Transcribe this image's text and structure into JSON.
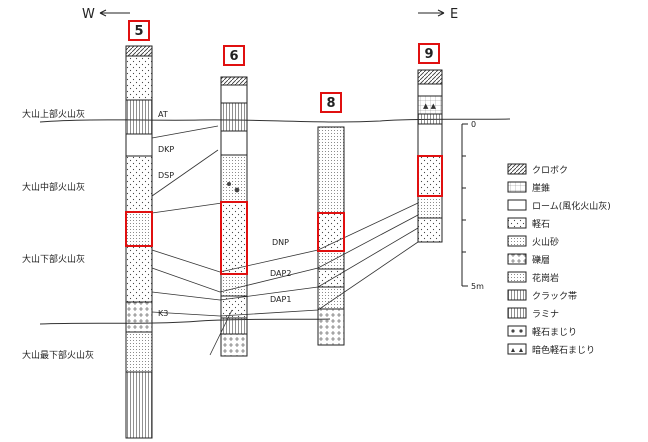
{
  "direction": {
    "west": "W",
    "east": "E"
  },
  "columns": [
    {
      "id": "5"
    },
    {
      "id": "6"
    },
    {
      "id": "8"
    },
    {
      "id": "9"
    }
  ],
  "layers": {
    "upper": "大山上部火山灰",
    "middle": "大山中部火山灰",
    "lower": "大山下部火山灰",
    "lowest": "大山最下部火山灰"
  },
  "markers": {
    "at": "AT",
    "dkp": "DKP",
    "dsp": "DSP",
    "dnp": "DNP",
    "dap2": "DAP2",
    "dap1": "DAP1",
    "k3": "K3"
  },
  "scale": {
    "top": "0",
    "bottom": "5m"
  },
  "legend": [
    {
      "key": "kuroboku",
      "label": "クロボク"
    },
    {
      "key": "gravel-cone",
      "label": "崖錐"
    },
    {
      "key": "loam",
      "label": "ローム(風化火山灰)"
    },
    {
      "key": "pumice",
      "label": "軽石"
    },
    {
      "key": "volcanic-sand",
      "label": "火山砂"
    },
    {
      "key": "gravel",
      "label": "礫層"
    },
    {
      "key": "granite",
      "label": "花崗岩"
    },
    {
      "key": "crack",
      "label": "クラック帯"
    },
    {
      "key": "lamina",
      "label": "ラミナ"
    },
    {
      "key": "pumice-mixed",
      "label": "軽石まじり"
    },
    {
      "key": "dark-pumice-mixed",
      "label": "暗色軽石まじり"
    }
  ],
  "colors": {
    "highlight": "#e01010",
    "ink": "#222222"
  }
}
